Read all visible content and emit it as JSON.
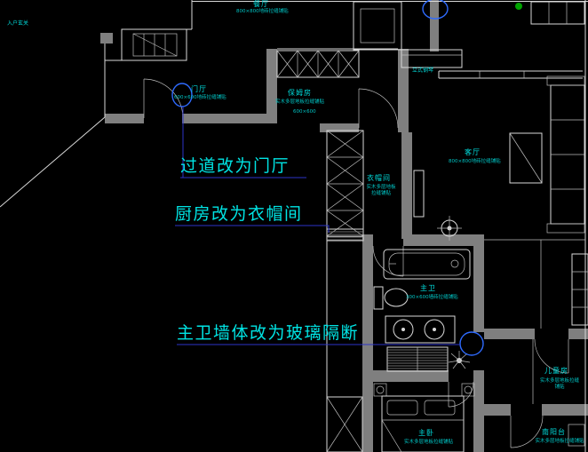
{
  "app": {
    "type": "cad-floorplan-revision-markup"
  },
  "colors": {
    "background": "#000000",
    "wall_fill": "#7f7f7f",
    "line": "#d9d9d9",
    "label_text": "#00dcdc",
    "note_text": "#00e4e4",
    "revision_marker": "#2f6bff",
    "leader_line": "#2c35c8",
    "plant_green": "#00a400"
  },
  "notes": {
    "foyer_change": "过道改为门厅",
    "cloakroom_change": "厨房改为衣帽间",
    "masterbath_change": "主卫墙体改为玻璃隔断"
  },
  "labels": {
    "entry_corner": "入户玄关",
    "dining": {
      "name": "餐厅",
      "spec": "800×800地砖拉缝铺贴"
    },
    "foyer": {
      "name": "门厅",
      "spec": "600×600地砖拉缝铺贴"
    },
    "nanny": {
      "name": "保姆房",
      "spec": "实木多层地板拉缝铺贴",
      "dim": "600×600"
    },
    "cloakroom": {
      "name": "衣帽间",
      "spec": "实木多层地板拉缝铺贴"
    },
    "living": {
      "name": "客厅",
      "spec": "800×800地砖拉缝铺贴"
    },
    "piano": "立式钢琴",
    "masterbath": {
      "name": "主卫",
      "spec": "300×600墙砖拉缝铺贴"
    },
    "kids": {
      "name": "儿童房",
      "spec": "实木多层地板拉缝铺贴"
    },
    "master": {
      "name": "主卧",
      "spec": "实木多层地板拉缝铺贴"
    },
    "balcony": {
      "name": "南阳台",
      "spec": "实木多层地板拉缝铺贴"
    }
  }
}
